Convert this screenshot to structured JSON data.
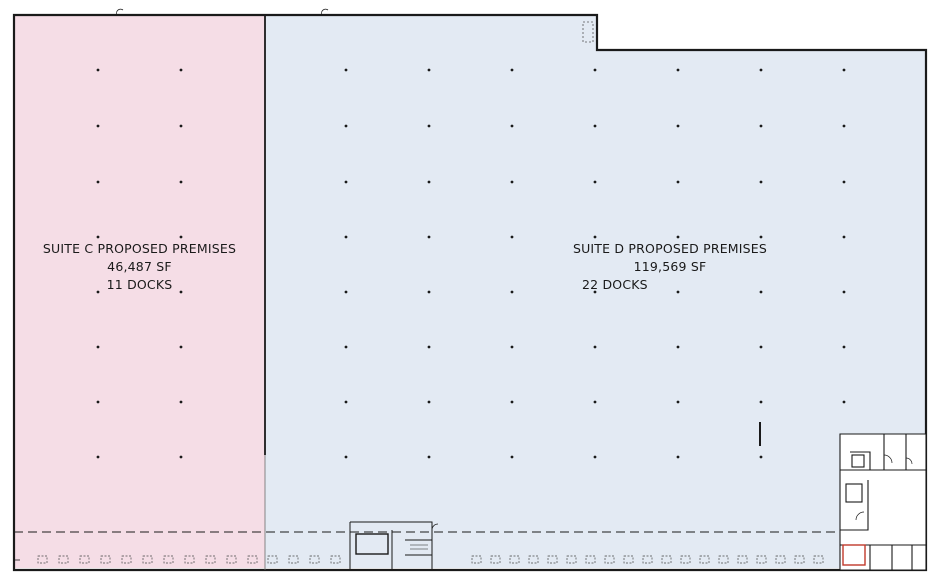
{
  "floor_plan": {
    "suites": [
      {
        "id": "suite-c",
        "title": "SUITE C PROPOSED PREMISES",
        "area": "46,487 SF",
        "docks": "11 DOCKS",
        "fill_color": "#f5dde6"
      },
      {
        "id": "suite-d",
        "title": "SUITE D PROPOSED PREMISES",
        "area": "119,569 SF",
        "docks": "22 DOCKS",
        "fill_color": "#e3eaf3"
      }
    ],
    "wall_color": "#1a1a1a"
  }
}
